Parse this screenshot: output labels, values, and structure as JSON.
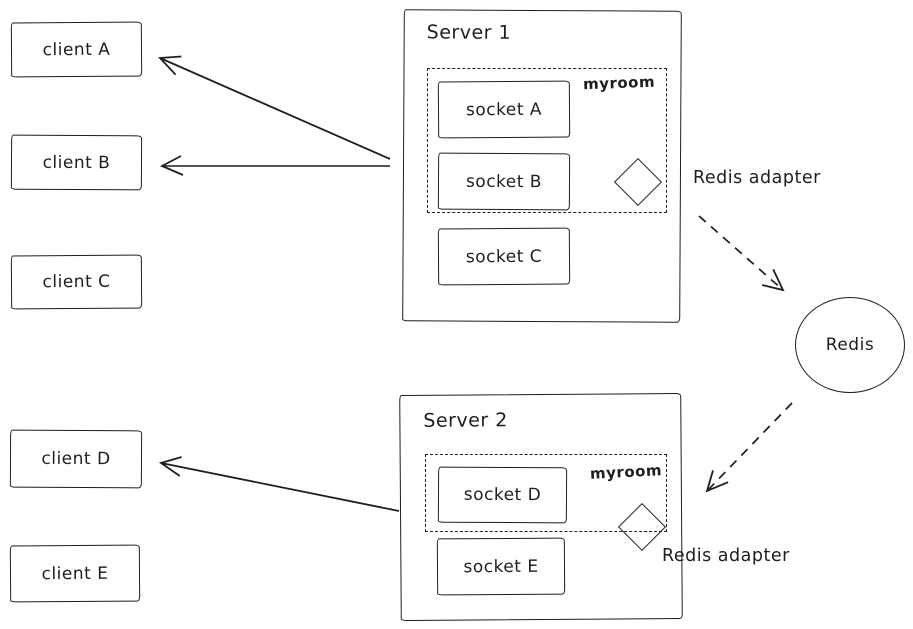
{
  "clients": [
    {
      "label": "client A"
    },
    {
      "label": "client B"
    },
    {
      "label": "client C"
    },
    {
      "label": "client D"
    },
    {
      "label": "client E"
    }
  ],
  "servers": [
    {
      "title": "Server 1",
      "room": {
        "label": "myroom",
        "sockets": [
          {
            "label": "socket A"
          },
          {
            "label": "socket B"
          }
        ]
      },
      "outside_sockets": [
        {
          "label": "socket C"
        }
      ]
    },
    {
      "title": "Server 2",
      "room": {
        "label": "myroom",
        "sockets": [
          {
            "label": "socket D"
          }
        ]
      },
      "outside_sockets": [
        {
          "label": "socket E"
        }
      ]
    }
  ],
  "redis": {
    "label": "Redis"
  },
  "adapters": [
    {
      "label": "Redis adapter"
    },
    {
      "label": "Redis adapter"
    }
  ],
  "colors": {
    "stroke": "#1e1e1e",
    "background": "#ffffff"
  }
}
